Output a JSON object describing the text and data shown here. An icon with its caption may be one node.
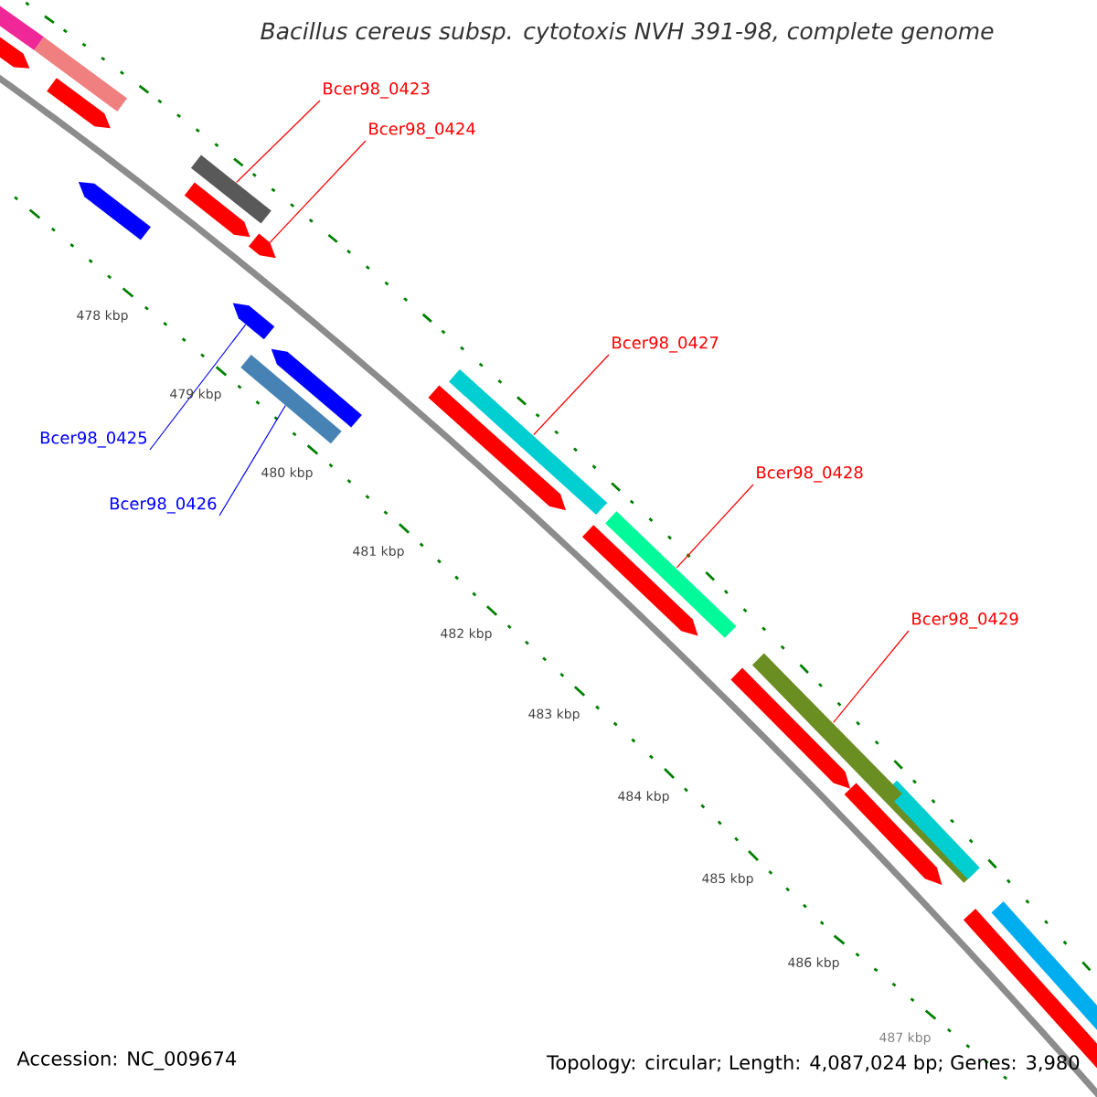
{
  "diagram": {
    "title": "Bacillus cereus subsp. cytotoxis NVH 391-98, complete genome",
    "nodes": [
      {
        "text": [
          "Bcer98_0423"
        ]
      },
      {
        "text": [],
        "shape": "bar"
      },
      {
        "text": [
          "Bcer98_0424"
        ]
      },
      {
        "text": [],
        "shape": "bar"
      },
      {
        "text": [
          "Bcer98_0425"
        ]
      },
      {
        "text": [],
        "shape": "bar"
      },
      {
        "text": [
          "Bcer98_0426"
        ]
      },
      {
        "text": [],
        "shape": "bar"
      },
      {
        "text": [
          "Bcer98_0427"
        ]
      },
      {
        "text": [],
        "shape": "bar"
      },
      {
        "text": [
          "Bcer98_0428"
        ]
      },
      {
        "text": [],
        "shape": "bar"
      },
      {
        "text": [
          "Bcer98_0429"
        ]
      },
      {
        "text": [],
        "shape": "bar"
      },
      {
        "text": [],
        "shape": "bar"
      }
    ],
    "edges": [
      {
        "from": 0,
        "to": 1,
        "arrow": "none"
      },
      {
        "from": 2,
        "to": 3,
        "arrow": "none"
      },
      {
        "from": 4,
        "to": 5,
        "arrow": "none",
        "color": "#0000ff"
      },
      {
        "from": 6,
        "to": 7,
        "arrow": "none",
        "color": "#0000ff"
      },
      {
        "from": 8,
        "to": 9,
        "arrow": "none"
      },
      {
        "from": 10,
        "to": 11,
        "arrow": "none"
      },
      {
        "from": 12,
        "to": 13,
        "arrow": "none"
      }
    ],
    "labels": [
      "478 kbp",
      "479 kbp",
      "480 kbp",
      "481 kbp",
      "482 kbp",
      "483 kbp",
      "484 kbp",
      "485 kbp",
      "486 kbp",
      "487 kbp",
      "Accession: NC_009674",
      "Topology: circular; Length: 4,087,024 bp; Genes: 3,980"
    ]
  }
}
